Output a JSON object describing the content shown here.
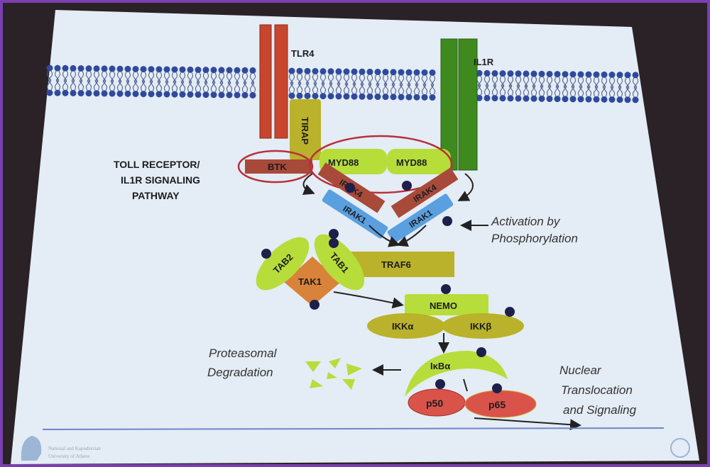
{
  "title": [
    "TOLL RECEPTOR/",
    "IL1R SIGNALING",
    "PATHWAY"
  ],
  "receptors": {
    "tlr4": "TLR4",
    "il1r": "IL1R"
  },
  "proteins": {
    "tirap": "TIRAP",
    "btk": "BTK",
    "myd88_left": "MYD88",
    "myd88_right": "MYD88",
    "irak4_left": "IRAK4",
    "irak4_right": "IRAK4",
    "irak1_left": "IRAK1",
    "irak1_right": "IRAK1",
    "traf6": "TRAF6",
    "tab2": "TAB2",
    "tab1": "TAB1",
    "tak1": "TAK1",
    "nemo": "NEMO",
    "ikka": "IKKα",
    "ikkb": "IKKβ",
    "ikba": "IκBα",
    "p50": "p50",
    "p65": "p65"
  },
  "annotations": {
    "activation": [
      "Activation by",
      "Phosphorylation"
    ],
    "degradation": [
      "Proteasomal",
      "Degradation"
    ],
    "nuclear": [
      "Nuclear",
      "Translocation",
      "and Signaling"
    ]
  },
  "footer": {
    "institution": [
      "National and Kapodistrian",
      "University of Athens"
    ]
  },
  "colors": {
    "frame": "#7a3fb0",
    "slide": "#e6edf6",
    "membrane": "#2f4a9c",
    "phosphate": "#1e1f4a",
    "highlight": "#b8303a"
  }
}
